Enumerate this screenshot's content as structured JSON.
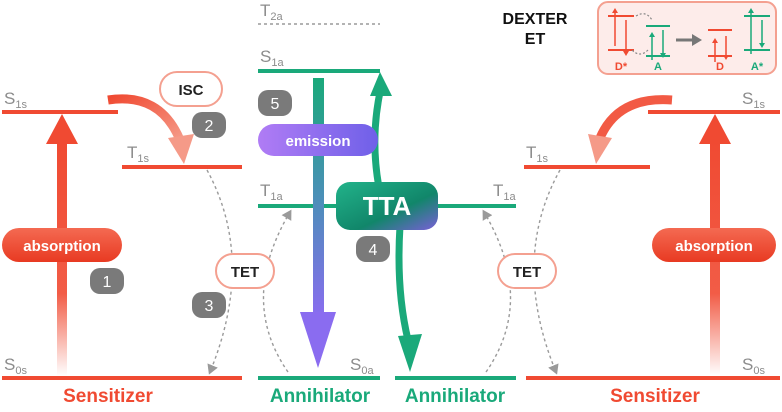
{
  "level_labels": {
    "s1s_left": {
      "main": "S",
      "sub": "1s"
    },
    "t1s_left": {
      "main": "T",
      "sub": "1s"
    },
    "s0s_left": {
      "main": "S",
      "sub": "0s"
    },
    "t2a": {
      "main": "T",
      "sub": "2a"
    },
    "s1a": {
      "main": "S",
      "sub": "1a"
    },
    "t1a_left": {
      "main": "T",
      "sub": "1a"
    },
    "s0a": {
      "main": "S",
      "sub": "0a"
    },
    "t1a_right": {
      "main": "T",
      "sub": "1a"
    },
    "t1s_right": {
      "main": "T",
      "sub": "1s"
    },
    "s1s_right": {
      "main": "S",
      "sub": "1s"
    },
    "s0s_right": {
      "main": "S",
      "sub": "0s"
    }
  },
  "process_labels": {
    "isc": "ISC",
    "emission": "emission",
    "tta": "TTA",
    "tet": "TET",
    "absorption": "absorption"
  },
  "step_numbers": [
    "1",
    "2",
    "3",
    "4",
    "5"
  ],
  "bottom_labels": {
    "sensitizer": "Sensitizer",
    "annihilator": "Annihilator"
  },
  "dexter_inset": {
    "title_line1": "DEXTER",
    "title_line2": "ET",
    "d_star": "D*",
    "a": "A",
    "d": "D",
    "a_star": "A*"
  },
  "colors": {
    "sensitizer": "#f04a32",
    "annihilator": "#1aa97a",
    "emission": "#8a6cf0",
    "grey_badge": "#7a7a7a",
    "dashed": "#9a9a9a"
  }
}
